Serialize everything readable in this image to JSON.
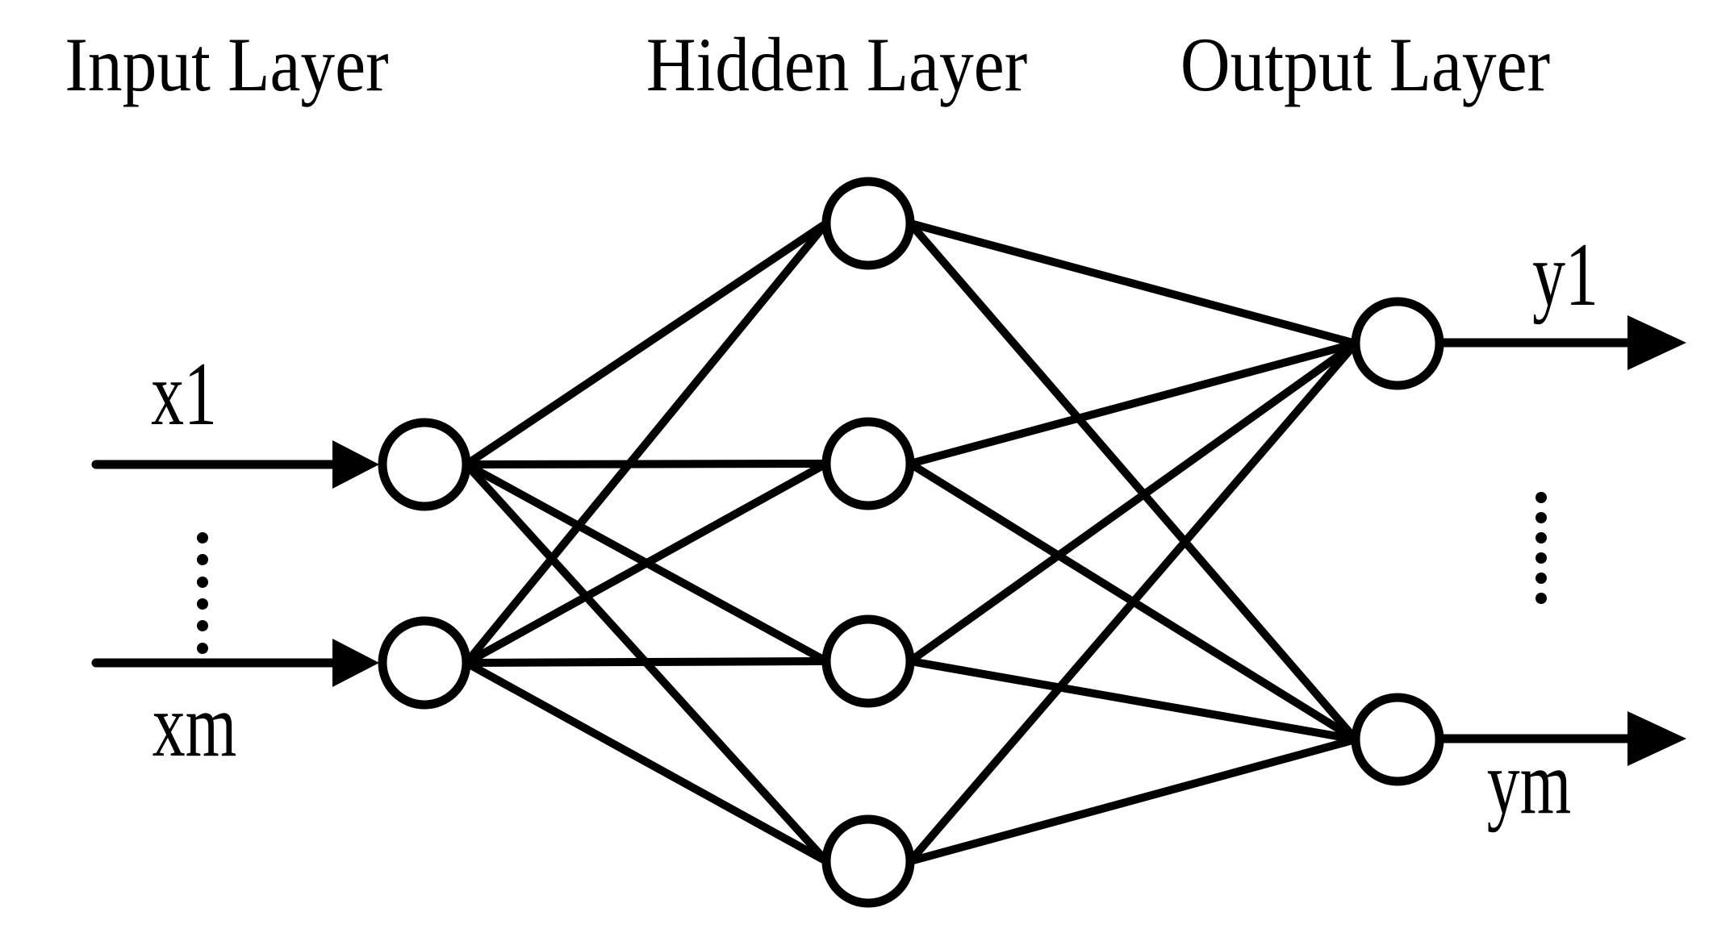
{
  "diagram": {
    "type": "feedforward-neural-network",
    "colors": {
      "ink": "#000000",
      "background": "#ffffff"
    },
    "layer_titles": {
      "input": "Input Layer",
      "hidden": "Hidden Layer",
      "output": "Output Layer"
    },
    "io_labels": {
      "input_first": "x1",
      "input_last": "xm",
      "output_first": "y1",
      "output_last": "ym"
    },
    "structure": {
      "layers": [
        {
          "name": "input",
          "visible_nodes": 2,
          "ellipsis_between_nodes": true
        },
        {
          "name": "hidden",
          "visible_nodes": 4,
          "ellipsis_between_nodes": false
        },
        {
          "name": "output",
          "visible_nodes": 2,
          "ellipsis_between_nodes": true
        }
      ],
      "connectivity": "fully-connected between adjacent layers",
      "input_arrows": 2,
      "output_arrows": 2
    }
  }
}
